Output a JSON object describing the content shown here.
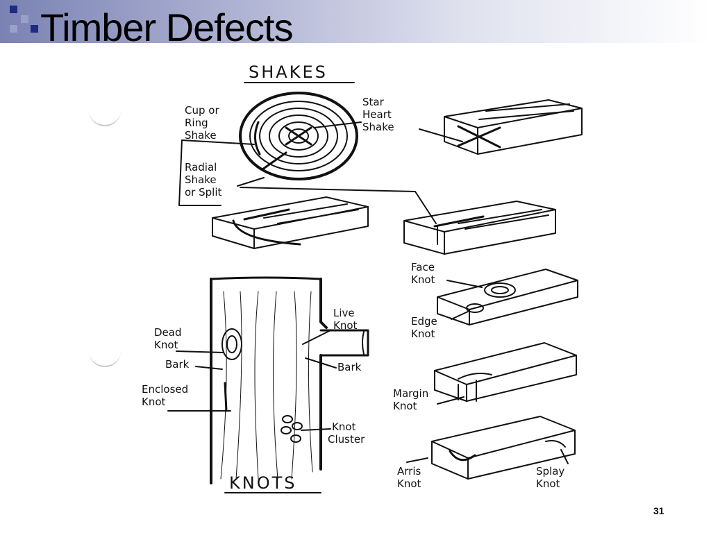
{
  "slide": {
    "title": "Timber Defects",
    "page_number": "31"
  },
  "diagram": {
    "sections": [
      {
        "heading": "SHAKES",
        "labels": [
          "Cup or",
          "Ring",
          "Shake",
          "Star",
          "Heart",
          "Shake",
          "Radial",
          "Shake",
          "or Split"
        ]
      },
      {
        "heading": "KNOTS",
        "labels": [
          "Dead",
          "Knot",
          "Bark",
          "Enclosed",
          "Knot",
          "Live",
          "Knot",
          "Bark",
          "Knot",
          "Cluster",
          "Face",
          "Knot",
          "Edge",
          "Knot",
          "Margin",
          "Knot",
          "Arris",
          "Knot",
          "Splay",
          "Knot"
        ]
      }
    ]
  },
  "colors": {
    "header_gradient_start": "#7a82b3",
    "bullet_square_dark": "#1f2a80",
    "bullet_square_light": "#9aa0c8"
  }
}
